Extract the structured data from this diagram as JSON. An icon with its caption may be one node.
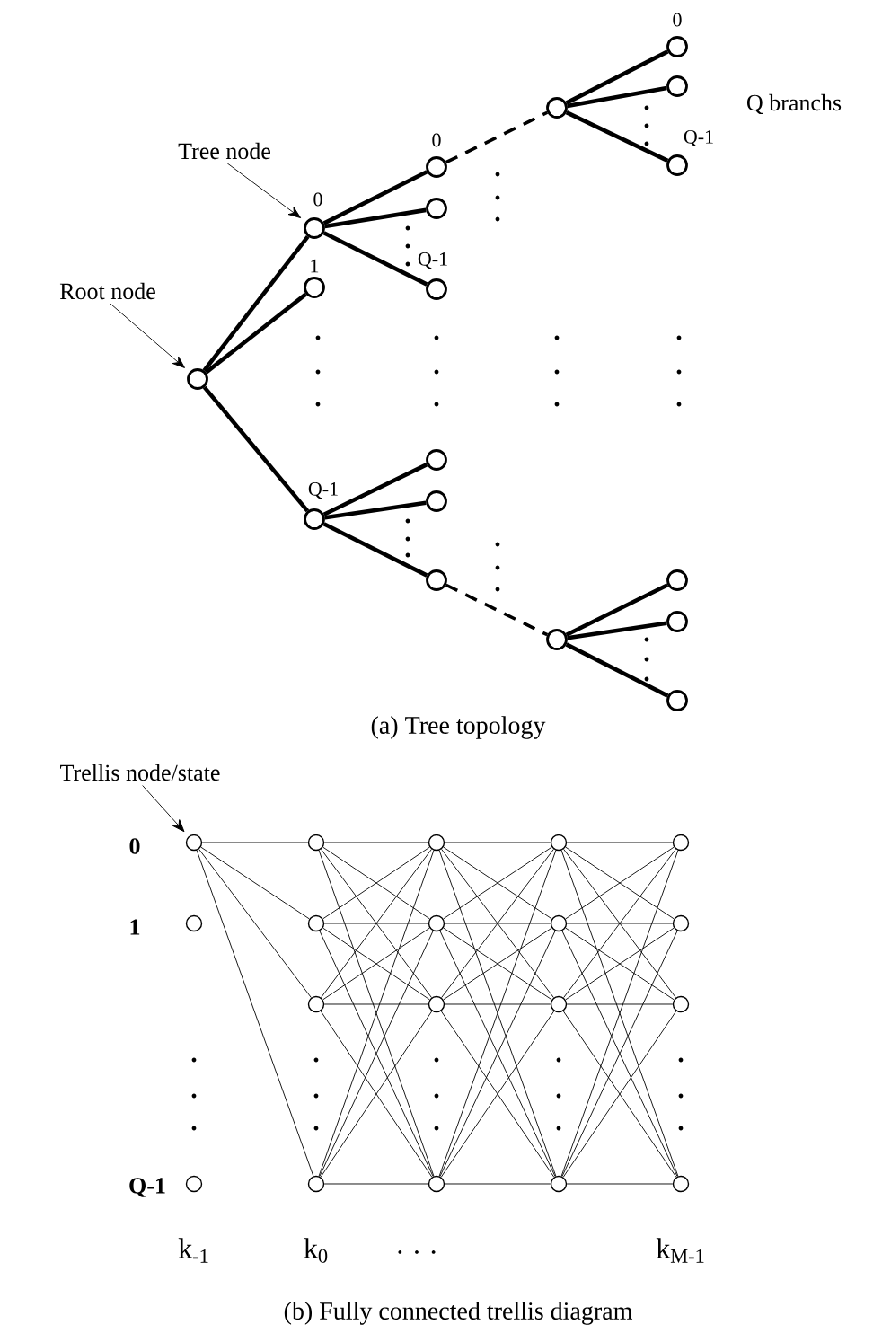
{
  "diagram": {
    "nodes": [
      {
        "text": [
          "Tree node"
        ]
      },
      {
        "text": [
          "Root node"
        ]
      },
      {
        "text": [],
        "shape": "circle"
      },
      {
        "text": [],
        "shape": "circle",
        "beside": [
          "0"
        ]
      },
      {
        "text": [],
        "shape": "circle",
        "beside": [
          "1"
        ]
      },
      {
        "text": [],
        "shape": "circle",
        "beside": [
          "Q-1"
        ]
      },
      {
        "text": [],
        "shape": "circle",
        "beside": [
          "0"
        ]
      },
      {
        "text": [],
        "shape": "circle"
      },
      {
        "text": [],
        "shape": "circle",
        "beside": [
          "Q-1"
        ]
      },
      {
        "text": [],
        "shape": "circle"
      },
      {
        "text": [],
        "shape": "circle"
      },
      {
        "text": [],
        "shape": "circle"
      },
      {
        "text": [],
        "shape": "circle"
      },
      {
        "text": [],
        "shape": "circle"
      },
      {
        "text": [],
        "shape": "circle",
        "beside": [
          "0"
        ]
      },
      {
        "text": [],
        "shape": "circle"
      },
      {
        "text": [],
        "shape": "circle",
        "beside": [
          "Q-1"
        ]
      },
      {
        "text": [],
        "shape": "circle"
      },
      {
        "text": [],
        "shape": "circle"
      },
      {
        "text": [],
        "shape": "circle"
      },
      {
        "text": [
          "Trellis node/state"
        ]
      },
      {
        "text": [],
        "shape": "circle",
        "beside": [
          "0"
        ]
      },
      {
        "text": [],
        "shape": "circle",
        "beside": [
          "1"
        ]
      },
      {
        "text": [],
        "shape": "circle",
        "beside": [
          "Q-1"
        ]
      },
      {
        "text": [],
        "shape": "circle"
      },
      {
        "text": [],
        "shape": "circle"
      },
      {
        "text": [],
        "shape": "circle"
      },
      {
        "text": [],
        "shape": "circle"
      },
      {
        "text": [],
        "shape": "circle"
      },
      {
        "text": [],
        "shape": "circle"
      },
      {
        "text": [],
        "shape": "circle"
      },
      {
        "text": [],
        "shape": "circle"
      },
      {
        "text": [],
        "shape": "circle"
      },
      {
        "text": [],
        "shape": "circle"
      },
      {
        "text": [],
        "shape": "circle"
      },
      {
        "text": [],
        "shape": "circle"
      },
      {
        "text": [],
        "shape": "circle"
      },
      {
        "text": [],
        "shape": "circle"
      },
      {
        "text": [],
        "shape": "circle"
      },
      {
        "text": [],
        "shape": "circle"
      }
    ],
    "edges": [
      {
        "from": 0,
        "to": 3,
        "arrow": "to"
      },
      {
        "from": 1,
        "to": 2,
        "arrow": "to"
      },
      {
        "from": 2,
        "to": 3,
        "arrow": "none",
        "style": "thick"
      },
      {
        "from": 2,
        "to": 4,
        "arrow": "none",
        "style": "thick"
      },
      {
        "from": 2,
        "to": 5,
        "arrow": "none",
        "style": "thick"
      },
      {
        "from": 3,
        "to": 6,
        "arrow": "none",
        "style": "thick"
      },
      {
        "from": 3,
        "to": 7,
        "arrow": "none",
        "style": "thick"
      },
      {
        "from": 3,
        "to": 8,
        "arrow": "none",
        "style": "thick"
      },
      {
        "from": 5,
        "to": 9,
        "arrow": "none",
        "style": "thick"
      },
      {
        "from": 5,
        "to": 10,
        "arrow": "none",
        "style": "thick"
      },
      {
        "from": 5,
        "to": 11,
        "arrow": "none",
        "style": "thick"
      },
      {
        "from": 6,
        "to": 12,
        "arrow": "none",
        "style": "dashed"
      },
      {
        "from": 11,
        "to": 13,
        "arrow": "none",
        "style": "dashed"
      },
      {
        "from": 12,
        "to": 14,
        "arrow": "none",
        "style": "thick"
      },
      {
        "from": 12,
        "to": 15,
        "arrow": "none",
        "style": "thick"
      },
      {
        "from": 12,
        "to": 16,
        "arrow": "none",
        "style": "thick"
      },
      {
        "from": 13,
        "to": 17,
        "arrow": "none",
        "style": "thick"
      },
      {
        "from": 13,
        "to": 18,
        "arrow": "none",
        "style": "thick"
      },
      {
        "from": 13,
        "to": 19,
        "arrow": "none",
        "style": "thick"
      },
      {
        "from": 20,
        "to": 21,
        "arrow": "to"
      },
      {
        "from": 21,
        "to": 24,
        "arrow": "none"
      },
      {
        "from": 21,
        "to": 25,
        "arrow": "none"
      },
      {
        "from": 21,
        "to": 26,
        "arrow": "none"
      },
      {
        "from": 21,
        "to": 27,
        "arrow": "none"
      },
      {
        "from": 24,
        "to": 28,
        "arrow": "none"
      },
      {
        "from": 24,
        "to": 29,
        "arrow": "none"
      },
      {
        "from": 24,
        "to": 30,
        "arrow": "none"
      },
      {
        "from": 24,
        "to": 31,
        "arrow": "none"
      },
      {
        "from": 25,
        "to": 28,
        "arrow": "none"
      },
      {
        "from": 25,
        "to": 29,
        "arrow": "none"
      },
      {
        "from": 25,
        "to": 30,
        "arrow": "none"
      },
      {
        "from": 25,
        "to": 31,
        "arrow": "none"
      },
      {
        "from": 26,
        "to": 28,
        "arrow": "none"
      },
      {
        "from": 26,
        "to": 29,
        "arrow": "none"
      },
      {
        "from": 26,
        "to": 30,
        "arrow": "none"
      },
      {
        "from": 26,
        "to": 31,
        "arrow": "none"
      },
      {
        "from": 27,
        "to": 28,
        "arrow": "none"
      },
      {
        "from": 27,
        "to": 29,
        "arrow": "none"
      },
      {
        "from": 27,
        "to": 30,
        "arrow": "none"
      },
      {
        "from": 27,
        "to": 31,
        "arrow": "none"
      },
      {
        "from": 28,
        "to": 32,
        "arrow": "none"
      },
      {
        "from": 28,
        "to": 33,
        "arrow": "none"
      },
      {
        "from": 28,
        "to": 34,
        "arrow": "none"
      },
      {
        "from": 28,
        "to": 35,
        "arrow": "none"
      },
      {
        "from": 29,
        "to": 32,
        "arrow": "none"
      },
      {
        "from": 29,
        "to": 33,
        "arrow": "none"
      },
      {
        "from": 29,
        "to": 34,
        "arrow": "none"
      },
      {
        "from": 29,
        "to": 35,
        "arrow": "none"
      },
      {
        "from": 30,
        "to": 32,
        "arrow": "none"
      },
      {
        "from": 30,
        "to": 33,
        "arrow": "none"
      },
      {
        "from": 30,
        "to": 34,
        "arrow": "none"
      },
      {
        "from": 30,
        "to": 35,
        "arrow": "none"
      },
      {
        "from": 31,
        "to": 32,
        "arrow": "none"
      },
      {
        "from": 31,
        "to": 33,
        "arrow": "none"
      },
      {
        "from": 31,
        "to": 34,
        "arrow": "none"
      },
      {
        "from": 31,
        "to": 35,
        "arrow": "none"
      },
      {
        "from": 32,
        "to": 36,
        "arrow": "none"
      },
      {
        "from": 32,
        "to": 37,
        "arrow": "none"
      },
      {
        "from": 32,
        "to": 38,
        "arrow": "none"
      },
      {
        "from": 32,
        "to": 39,
        "arrow": "none"
      },
      {
        "from": 33,
        "to": 36,
        "arrow": "none"
      },
      {
        "from": 33,
        "to": 37,
        "arrow": "none"
      },
      {
        "from": 33,
        "to": 38,
        "arrow": "none"
      },
      {
        "from": 33,
        "to": 39,
        "arrow": "none"
      },
      {
        "from": 34,
        "to": 36,
        "arrow": "none"
      },
      {
        "from": 34,
        "to": 37,
        "arrow": "none"
      },
      {
        "from": 34,
        "to": 38,
        "arrow": "none"
      },
      {
        "from": 34,
        "to": 39,
        "arrow": "none"
      },
      {
        "from": 35,
        "to": 36,
        "arrow": "none"
      },
      {
        "from": 35,
        "to": 37,
        "arrow": "none"
      },
      {
        "from": 35,
        "to": 38,
        "arrow": "none"
      },
      {
        "from": 35,
        "to": 39,
        "arrow": "none"
      }
    ],
    "labels": [
      "Q branchs",
      "(a) Tree topology",
      "k$_{-1}$",
      "k$_{0}$",
      ". . .",
      "k$_{M-1}$",
      "(b) Fully connected trellis diagram"
    ]
  }
}
